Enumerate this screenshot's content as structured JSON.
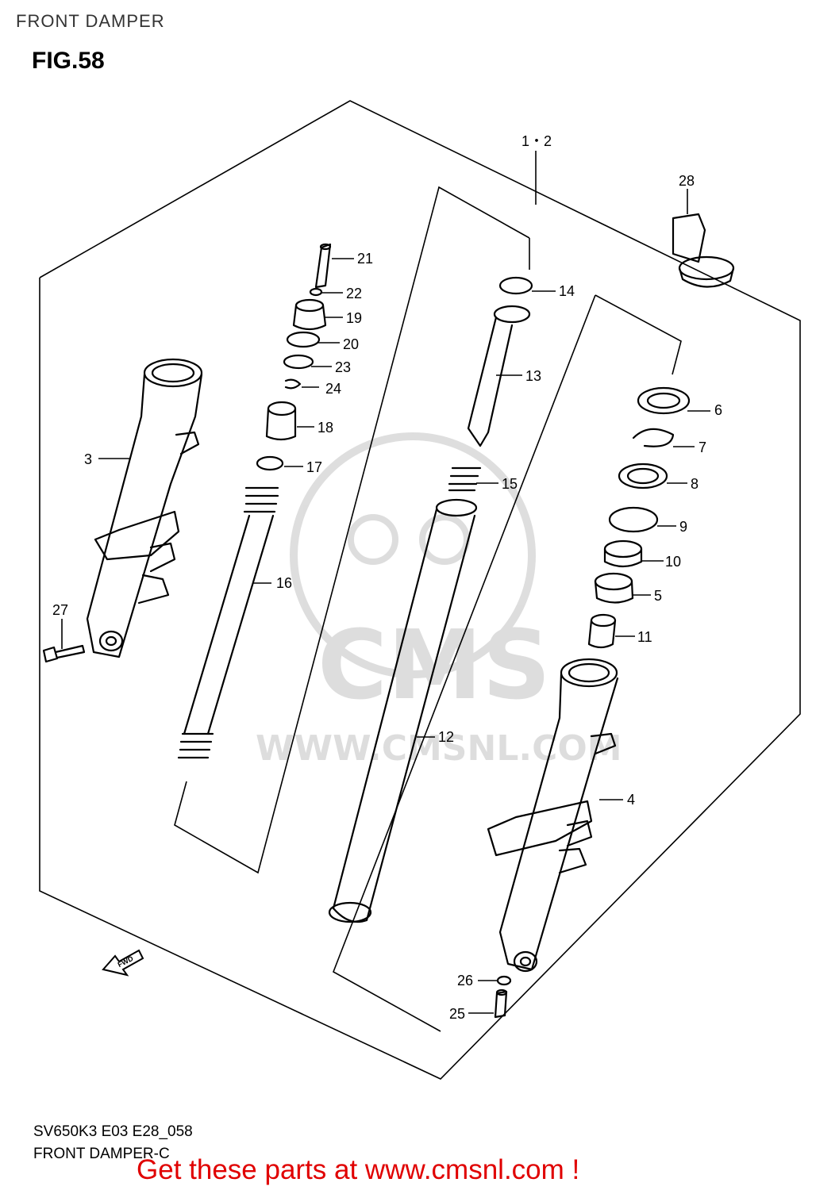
{
  "header": {
    "title": "FRONT DAMPER",
    "figure": "FIG.58"
  },
  "footer": {
    "code": "SV650K3 E03 E28_058",
    "caption": "FRONT DAMPER-C",
    "promo": "Get these parts at www.cmsnl.com !"
  },
  "watermark": {
    "brand": "CMS",
    "url": "WWW.CMSNL.COM"
  },
  "fwd_label": "FWD",
  "callouts": {
    "p1_2": "1・2",
    "p28": "28",
    "p21": "21",
    "p22": "22",
    "p19": "19",
    "p20": "20",
    "p23": "23",
    "p24": "24",
    "p18": "18",
    "p17": "17",
    "p16": "16",
    "p3": "3",
    "p27": "27",
    "p14": "14",
    "p13": "13",
    "p15": "15",
    "p12": "12",
    "p6": "6",
    "p7": "7",
    "p8": "8",
    "p9": "9",
    "p10": "10",
    "p5": "5",
    "p11": "11",
    "p4": "4",
    "p26": "26",
    "p25": "25"
  }
}
